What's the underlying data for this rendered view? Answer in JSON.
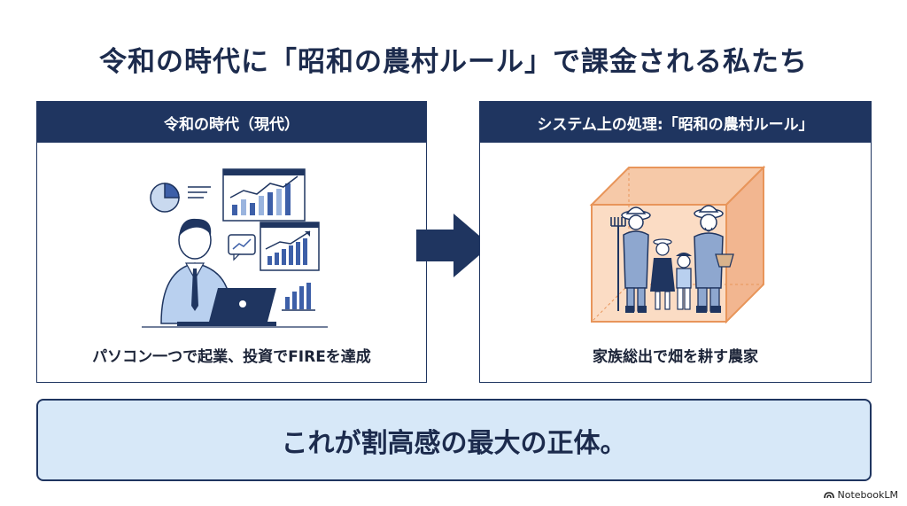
{
  "title": "令和の時代に「昭和の農村ルール」で課金される私たち",
  "left_panel": {
    "header": "令和の時代（現代）",
    "caption": "パソコン一つで起業、投資でFIREを達成"
  },
  "right_panel": {
    "header": "システム上の処理:「昭和の農村ルール」",
    "caption": "家族総出で畑を耕す農家"
  },
  "banner": {
    "text": "これが割高感の最大の正体。"
  },
  "brand": {
    "label": "NotebookLM"
  },
  "colors": {
    "navy": "#1f3560",
    "banner_bg": "#d7e8f8",
    "box_orange": "#e8955a",
    "chart_blue": "#3d5fa8"
  }
}
